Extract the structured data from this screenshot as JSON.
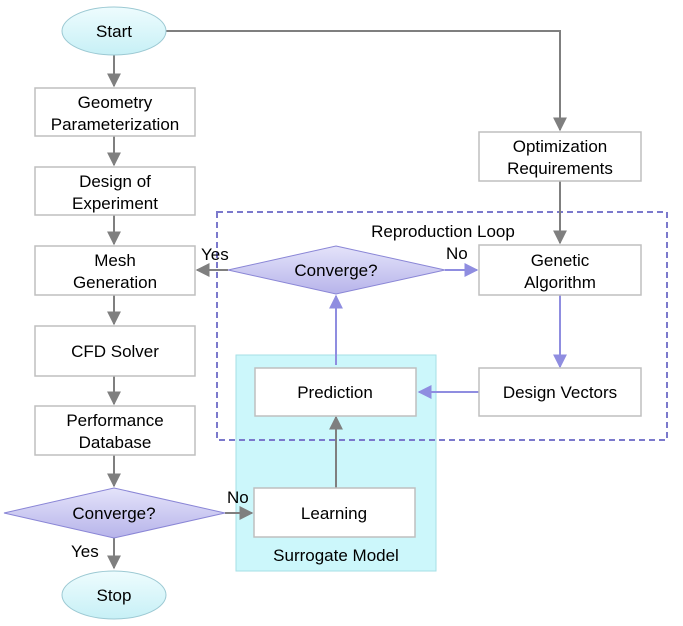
{
  "nodes": {
    "start": "Start",
    "geometry_line1": "Geometry",
    "geometry_line2": "Parameterization",
    "doe_line1": "Design of",
    "doe_line2": "Experiment",
    "mesh_line1": "Mesh",
    "mesh_line2": "Generation",
    "cfd": "CFD Solver",
    "perf_line1": "Performance",
    "perf_line2": "Database",
    "converge_main": "Converge?",
    "stop": "Stop",
    "opt_line1": "Optimization",
    "opt_line2": "Requirements",
    "ga_line1": "Genetic",
    "ga_line2": "Algorithm",
    "converge_loop": "Converge?",
    "design_vectors": "Design Vectors",
    "prediction": "Prediction",
    "learning": "Learning"
  },
  "groups": {
    "reproduction_loop": "Reproduction Loop",
    "surrogate_model": "Surrogate Model"
  },
  "edge_labels": {
    "main_yes": "Yes",
    "main_no": "No",
    "loop_yes": "Yes",
    "loop_no": "No"
  },
  "colors": {
    "ellipse_fill": "#d9f7fb",
    "ellipse_stroke": "#9cc9d3",
    "diamond_fill": "#c8c6f0",
    "diamond_stroke": "#8a86d6",
    "surrogate_fill": "#ccf7fb",
    "loop_border": "#7b79cc",
    "gray_arrow": "#7f7f7f",
    "purple_arrow": "#8f8de0"
  }
}
